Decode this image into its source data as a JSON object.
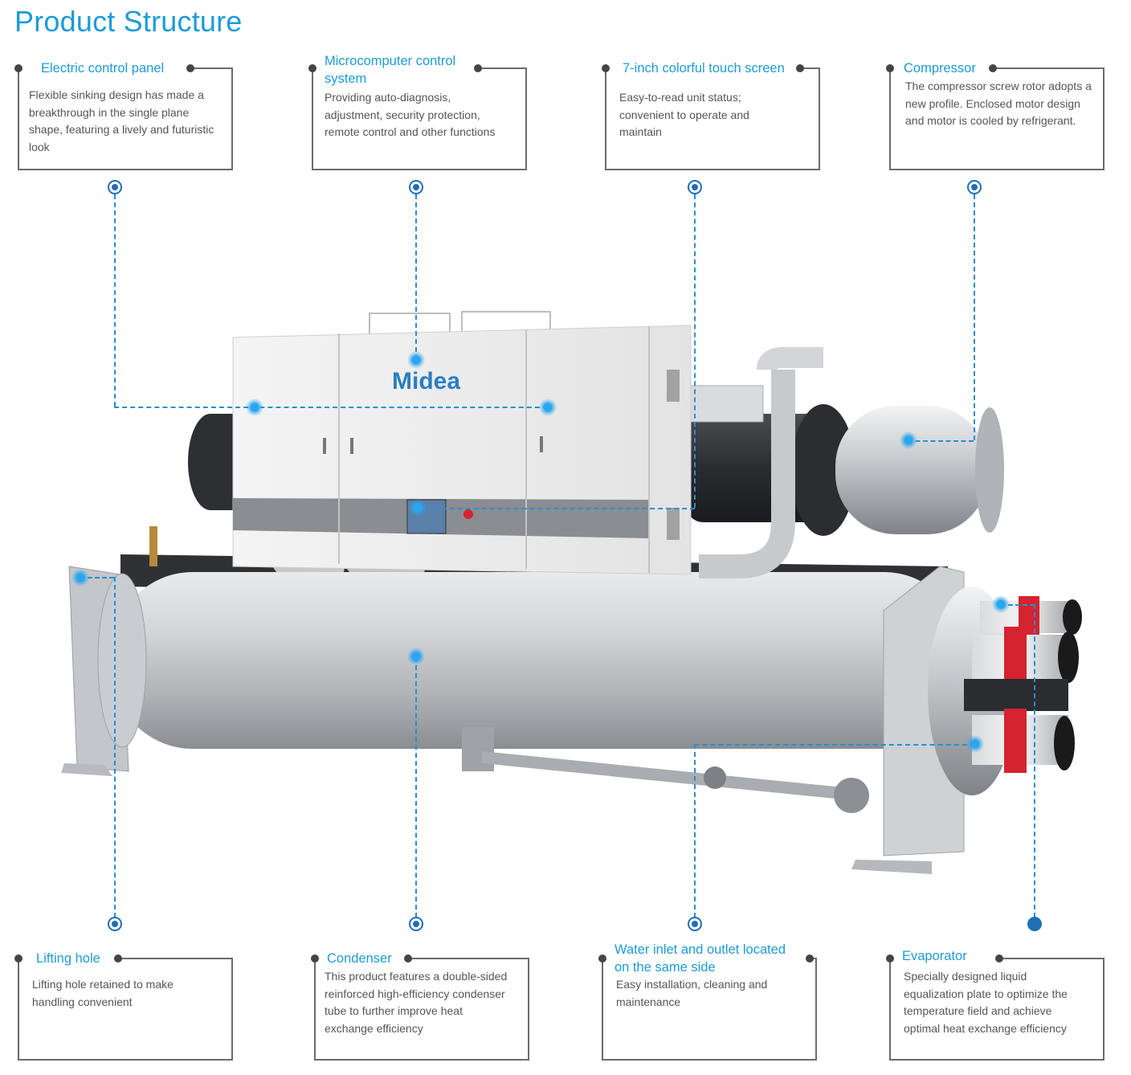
{
  "title": "Product Structure",
  "colors": {
    "accent": "#1e9bd7",
    "line": "#2a8fd0",
    "border": "#6b6b6b",
    "text": "#555555"
  },
  "logo_text": "Midea",
  "cards": [
    {
      "id": "electric-control-panel",
      "title": "Electric control panel",
      "lines": [
        "Flexible sinking design has made a",
        "breakthrough in the single plane",
        "shape, featuring a lively and futuristic",
        "look"
      ]
    },
    {
      "id": "microcomputer-control-system",
      "title_lines": [
        "Microcomputer control",
        "system"
      ],
      "lines": [
        "Providing auto-diagnosis,",
        "adjustment, security protection,",
        "remote control and other functions"
      ]
    },
    {
      "id": "touch-screen",
      "title": "7-inch colorful touch screen",
      "lines": [
        "Easy-to-read unit status;",
        "convenient to operate and",
        "maintain"
      ]
    },
    {
      "id": "compressor",
      "title": "Compressor",
      "lines": [
        "The compressor screw rotor adopts a",
        "new profile. Enclosed motor design",
        "and motor is cooled by refrigerant."
      ]
    },
    {
      "id": "lifting-hole",
      "title": "Lifting hole",
      "lines": [
        "Lifting hole retained to make",
        "handling convenient"
      ]
    },
    {
      "id": "condenser",
      "title": "Condenser",
      "lines": [
        "This product features a double-sided",
        "reinforced high-efficiency condenser",
        "tube to further improve heat",
        "exchange efficiency"
      ]
    },
    {
      "id": "water-inlet-outlet",
      "title_lines": [
        "Water inlet and outlet located",
        "on the same side"
      ],
      "lines": [
        "Easy installation, cleaning and",
        "maintenance"
      ]
    },
    {
      "id": "evaporator",
      "title": "Evaporator",
      "lines": [
        "Specially designed liquid",
        "equalization plate to optimize the",
        "temperature field and achieve",
        "optimal heat exchange efficiency"
      ]
    }
  ]
}
